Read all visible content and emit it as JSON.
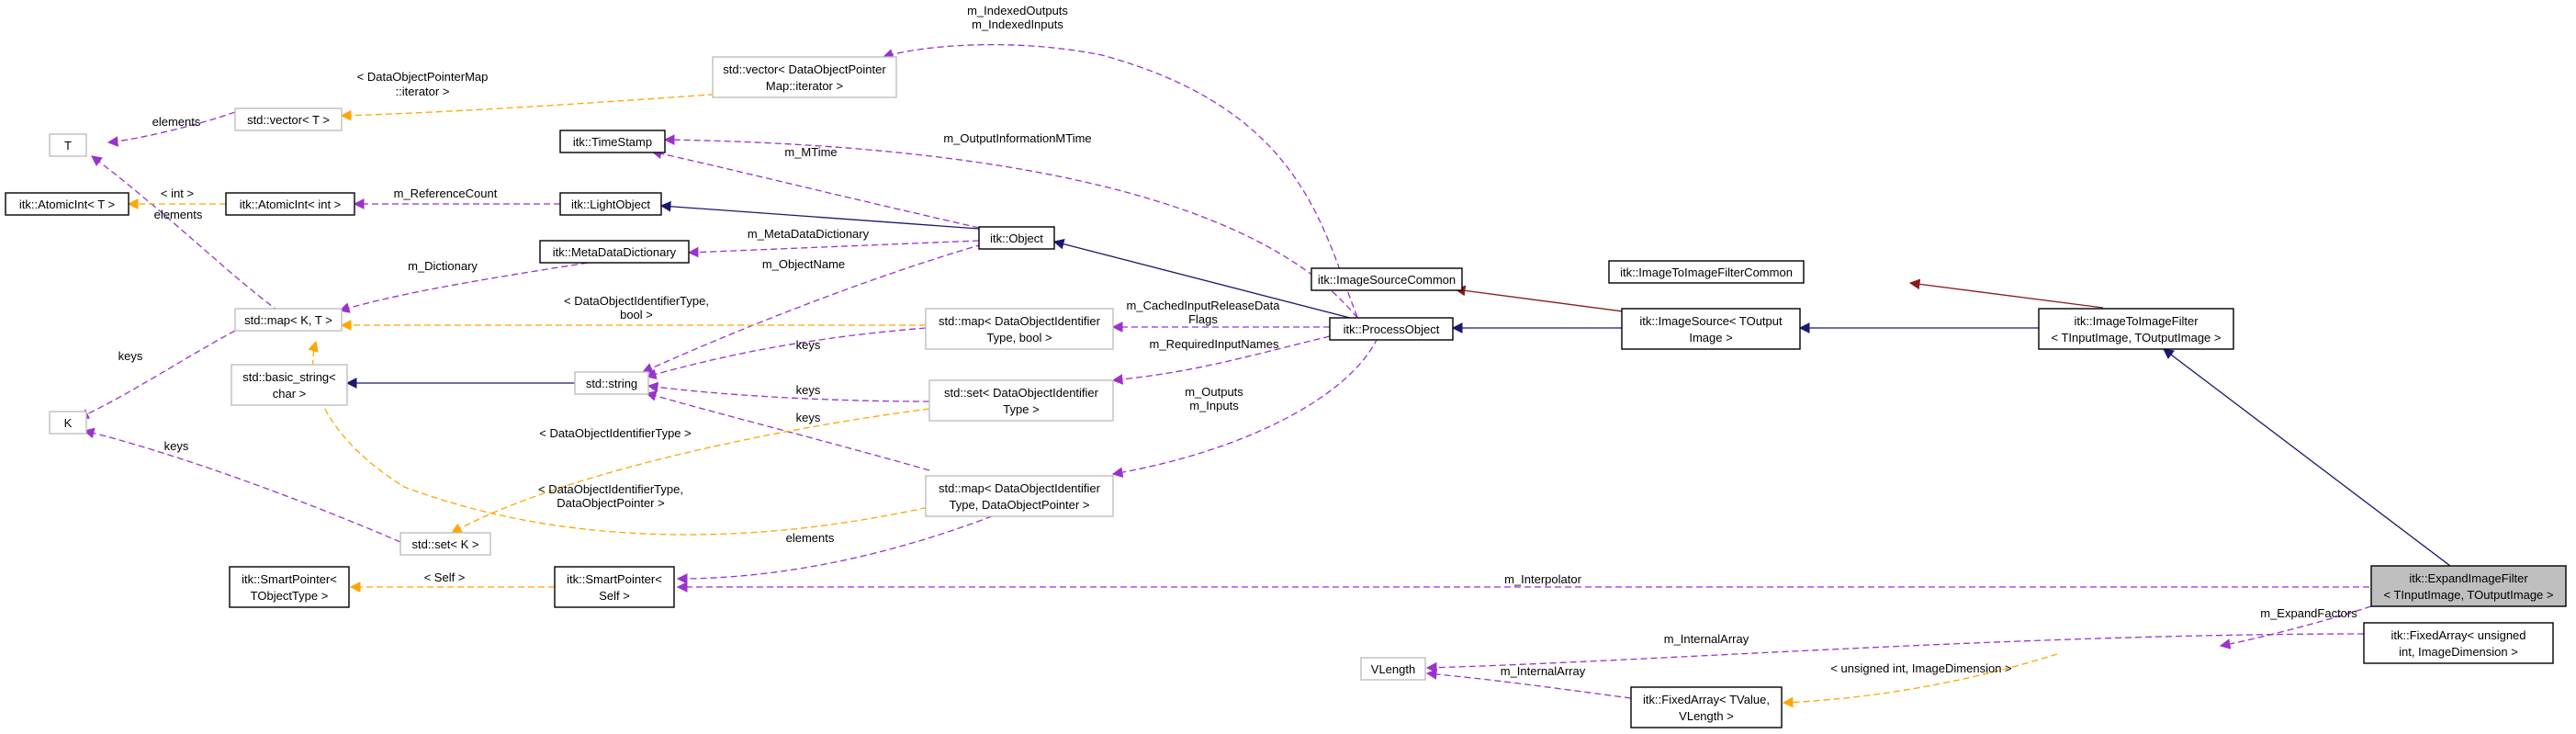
{
  "nodes": {
    "expand_image_filter": {
      "lines": [
        "itk::ExpandImageFilter",
        "< TInputImage, TOutputImage >"
      ]
    },
    "image_to_image_filter": {
      "lines": [
        "itk::ImageToImageFilter",
        "< TInputImage, TOutputImage >"
      ]
    },
    "image_to_image_filter_common": {
      "lines": [
        "itk::ImageToImageFilterCommon"
      ]
    },
    "image_source": {
      "lines": [
        "itk::ImageSource< TOutput",
        "Image >"
      ]
    },
    "image_source_common": {
      "lines": [
        "itk::ImageSourceCommon"
      ]
    },
    "process_object": {
      "lines": [
        "itk::ProcessObject"
      ]
    },
    "object": {
      "lines": [
        "itk::Object"
      ]
    },
    "light_object": {
      "lines": [
        "itk::LightObject"
      ]
    },
    "timestamp": {
      "lines": [
        "itk::TimeStamp"
      ]
    },
    "vector_dop_iterator": {
      "lines": [
        "std::vector< DataObjectPointer",
        "Map::iterator >"
      ]
    },
    "vector_t": {
      "lines": [
        "std::vector< T >"
      ]
    },
    "t_param": {
      "lines": [
        "T"
      ]
    },
    "atomic_int_t": {
      "lines": [
        "itk::AtomicInt< T >"
      ]
    },
    "atomic_int_int": {
      "lines": [
        "itk::AtomicInt< int >"
      ]
    },
    "meta_data_dictionary": {
      "lines": [
        "itk::MetaDataDictionary"
      ]
    },
    "map_kt": {
      "lines": [
        "std::map< K, T >"
      ]
    },
    "k_param": {
      "lines": [
        "K"
      ]
    },
    "basic_string_char": {
      "lines": [
        "std::basic_string<",
        "char >"
      ]
    },
    "std_string": {
      "lines": [
        "std::string"
      ]
    },
    "map_id_bool": {
      "lines": [
        "std::map< DataObjectIdentifier",
        "Type, bool >"
      ]
    },
    "set_id": {
      "lines": [
        "std::set< DataObjectIdentifier",
        "Type >"
      ]
    },
    "map_id_dop": {
      "lines": [
        "std::map< DataObjectIdentifier",
        "Type, DataObjectPointer >"
      ]
    },
    "set_k": {
      "lines": [
        "std::set< K >"
      ]
    },
    "smart_pointer_self": {
      "lines": [
        "itk::SmartPointer<",
        "Self >"
      ]
    },
    "smart_pointer_tobj": {
      "lines": [
        "itk::SmartPointer<",
        "TObjectType >"
      ]
    },
    "fixed_array_uint": {
      "lines": [
        "itk::FixedArray< unsigned",
        "int, ImageDimension >"
      ]
    },
    "fixed_array_tvalue": {
      "lines": [
        "itk::FixedArray< TValue,",
        "VLength >"
      ]
    },
    "vlength": {
      "lines": [
        "VLength"
      ]
    }
  },
  "edges": {
    "m_indexed": [
      "m_IndexedOutputs",
      "m_IndexedInputs"
    ],
    "dop_map_iterator": [
      "< DataObjectPointerMap",
      "::iterator >"
    ],
    "elements_vec": [
      "elements"
    ],
    "m_output_information_mtime": [
      "m_OutputInformationMTime"
    ],
    "m_mtime": [
      "m_MTime"
    ],
    "int_tpl": [
      "< int >"
    ],
    "m_reference_count": [
      "m_ReferenceCount"
    ],
    "elements_atomic": [
      "elements"
    ],
    "m_meta_data_dictionary": [
      "m_MetaDataDictionary"
    ],
    "m_dictionary": [
      "m_Dictionary"
    ],
    "m_object_name": [
      "m_ObjectName"
    ],
    "id_bool_tpl": [
      "< DataObjectIdentifierType,",
      "bool >"
    ],
    "m_cached": [
      "m_CachedInputReleaseData",
      "Flags"
    ],
    "keys_map_bool": [
      "keys"
    ],
    "keys_set_id": [
      "keys"
    ],
    "keys_map_dop": [
      "keys"
    ],
    "keys_map_kt": [
      "keys"
    ],
    "keys_set_k": [
      "keys"
    ],
    "m_required_input_names": [
      "m_RequiredInputNames"
    ],
    "m_outputs_inputs": [
      "m_Outputs",
      "m_Inputs"
    ],
    "id_type_tpl": [
      "< DataObjectIdentifierType >"
    ],
    "id_dop_tpl": [
      "< DataObjectIdentifierType,",
      "DataObjectPointer >"
    ],
    "elements_sp": [
      "elements"
    ],
    "self_tpl": [
      "< Self >"
    ],
    "m_interpolator": [
      "m_Interpolator"
    ],
    "m_expand_factors": [
      "m_ExpandFactors"
    ],
    "m_internal_array_1": [
      "m_InternalArray"
    ],
    "m_internal_array_2": [
      "m_InternalArray"
    ],
    "uint_dim_tpl": [
      "< unsigned int, ImageDimension >"
    ]
  }
}
